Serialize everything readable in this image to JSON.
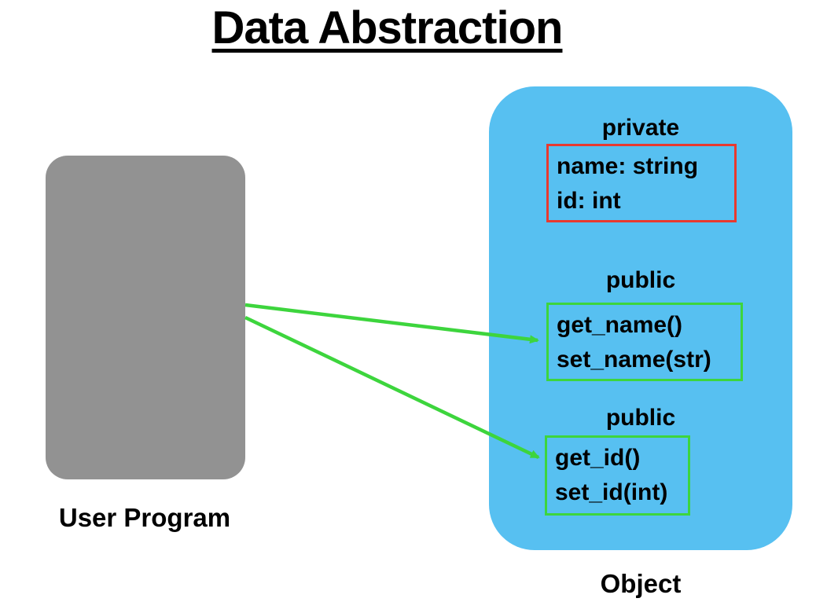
{
  "title": "Data Abstraction",
  "user_program": {
    "label": "User Program"
  },
  "object": {
    "label": "Object",
    "sections": [
      {
        "access": "private",
        "members": [
          "name: string",
          "id: int"
        ]
      },
      {
        "access": "public",
        "members": [
          "get_name()",
          "set_name(str)"
        ]
      },
      {
        "access": "public",
        "members": [
          "get_id()",
          "set_id(int)"
        ]
      }
    ]
  },
  "arrows": [
    {
      "name": "user-program-to-get-name",
      "from": "user-program-box",
      "to": "public-name-members-box"
    },
    {
      "name": "user-program-to-get-id",
      "from": "user-program-box",
      "to": "public-id-members-box"
    }
  ],
  "colors": {
    "title_text": "#000000",
    "text": "#000000",
    "background": "#FFFFFF",
    "object_fill": "#57C0F1",
    "user_program_fill": "#929292",
    "private_box_border": "#E8392F",
    "public_box_border": "#3DD53D",
    "arrow": "#3DD53D"
  }
}
